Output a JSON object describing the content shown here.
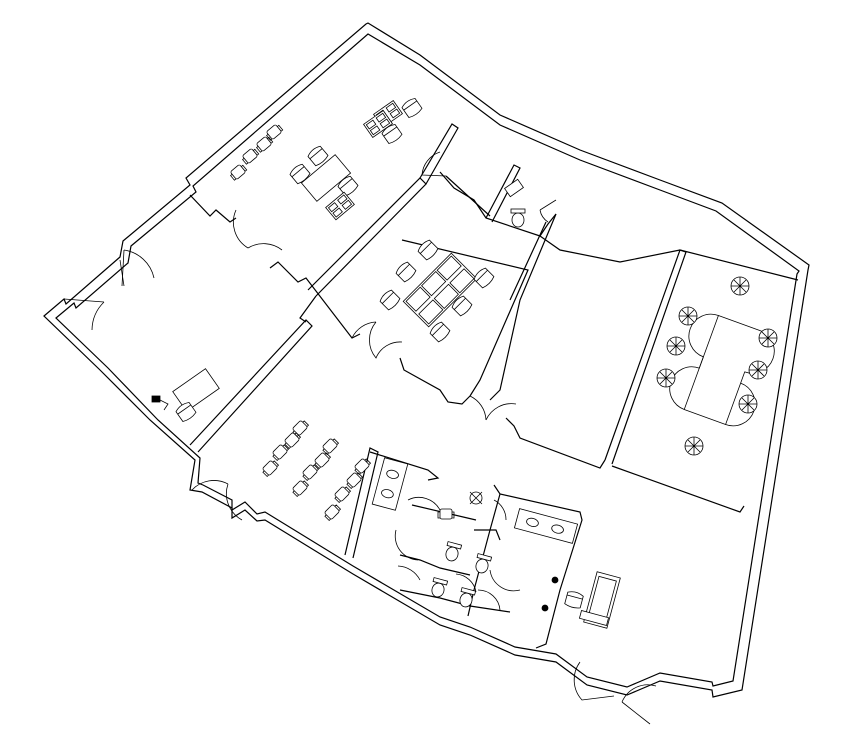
{
  "drawing": {
    "type": "architectural floor plan",
    "labels": [],
    "colors": {
      "line": "#000000",
      "background": "#ffffff"
    },
    "rooms": [
      {
        "id": "north-office",
        "furniture": [
          "desk",
          "chair",
          "lounge-chair"
        ]
      },
      {
        "id": "meeting-room",
        "furniture": [
          "table",
          "chair"
        ]
      },
      {
        "id": "conference-room",
        "furniture": [
          "oval-table",
          "chair"
        ]
      },
      {
        "id": "open-work-area",
        "furniture": [
          "chair-row"
        ]
      },
      {
        "id": "restrooms",
        "furniture": [
          "toilet",
          "sink"
        ]
      },
      {
        "id": "reception",
        "furniture": [
          "desk",
          "chair"
        ]
      },
      {
        "id": "small-office",
        "furniture": [
          "desk",
          "chair"
        ]
      },
      {
        "id": "storage",
        "furniture": [
          "toilet"
        ]
      }
    ]
  }
}
